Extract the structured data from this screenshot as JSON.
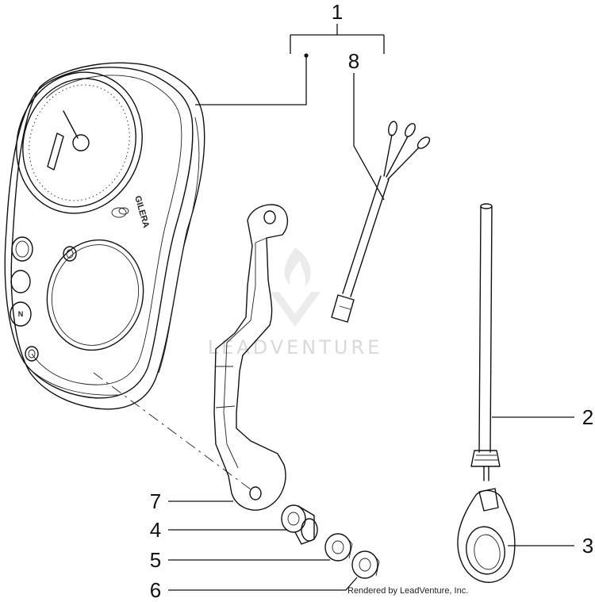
{
  "diagram": {
    "callouts": {
      "c1": "1",
      "c2": "2",
      "c3": "3",
      "c4": "4",
      "c5": "5",
      "c6": "6",
      "c7": "7",
      "c8": "8"
    },
    "dashboard_brand": "GILERA",
    "indicator_n": "N",
    "watermark": "LEADVENTURE",
    "credit": "Rendered by LeadVenture, Inc."
  }
}
